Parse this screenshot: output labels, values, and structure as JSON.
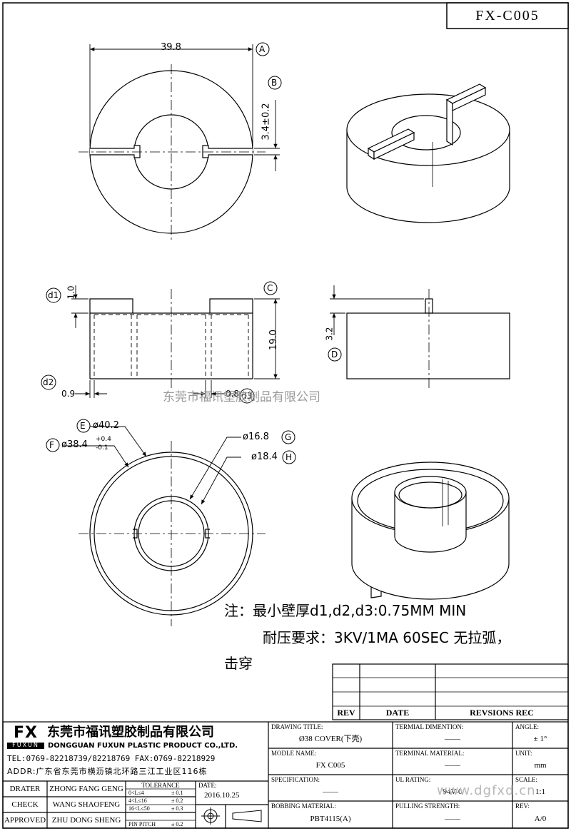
{
  "drawing_no": "FX-C005",
  "dimensions": {
    "outer_width": "39.8",
    "slot_width": "3.4±0.2",
    "height_top": "1.0",
    "height_total": "19.0",
    "height_side": "3.2",
    "wall_d2": "0.9",
    "wall_d3": "0.8",
    "dia_E": "ø40.2",
    "dia_F": "ø38.4",
    "dia_F_tol_plus": "+0.4",
    "dia_F_tol_minus": "-0.1",
    "dia_G": "ø16.8",
    "dia_H": "ø18.4"
  },
  "balloons": {
    "A": "A",
    "B": "B",
    "C": "C",
    "D": "D",
    "E": "E",
    "F": "F",
    "G": "G",
    "H": "H",
    "d1": "d1",
    "d2": "d2",
    "d3": "d3"
  },
  "watermark_text": "东莞市福讯塑胶制品有限公司",
  "notes": {
    "line1": "注：最小壁厚d1,d2,d3:0.75MM MIN",
    "line2": "耐压要求：3KV/1MA 60SEC 无拉弧，",
    "line3": "击穿"
  },
  "rev_table": {
    "rev": "REV",
    "date": "DATE",
    "revisions": "REVSIONS REC"
  },
  "company": {
    "logo": "FX",
    "logo_sub": "FUXUN",
    "name_cn": "东莞市福讯塑胶制品有限公司",
    "name_en": "DONGGUAN FUXUN PLASTIC PRODUCT CO.,LTD.",
    "tel": "TEL:0769-82218739/82218769 FAX:0769-82218929",
    "addr": "ADDR:广东省东莞市横沥镇北环路三江工业区116栋"
  },
  "title_block": {
    "drawing_title_label": "DRAWING TITLE:",
    "drawing_title": "Ø38 COVER(下壳)",
    "terminal_dim_label": "TERMIAL DIMENTION:",
    "terminal_dim": "——",
    "angle_label": "ANGLE:",
    "angle": "± 1°",
    "model_name_label": "MODLE NAME:",
    "model_name": "FX C005",
    "terminal_mat_label": "TERMINAL MATERIAL:",
    "terminal_mat": "——",
    "unit_label": "UNIT:",
    "unit": "mm",
    "spec_label": "SPECIFICATION:",
    "spec": "——",
    "ul_label": "UL RATING:",
    "ul": "94V-0",
    "scale_label": "SCALE:",
    "scale": "1:1",
    "bobbin_label": "BOBBING MATERIAL:",
    "bobbin": "PBT4115(A)",
    "pulling_label": "PULLING STRENGTH:",
    "pulling": "——",
    "rev_label": "REV:",
    "rev": "A/0"
  },
  "approvals": [
    {
      "role": "DRATER",
      "name": "ZHONG FANG GENG"
    },
    {
      "role": "CHECK",
      "name": "WANG SHAOFENG"
    },
    {
      "role": "APPROVED",
      "name": "ZHU DONG SHENG"
    }
  ],
  "tolerance": {
    "title": "TOLERANCE",
    "rows": [
      {
        "range": "0<L≤4",
        "tol": "± 0.1"
      },
      {
        "range": "4<L≤16",
        "tol": "± 0.2"
      },
      {
        "range": "16<L≤50",
        "tol": "± 0.3"
      },
      {
        "range": "PIN PITCH",
        "tol": "± 0.2"
      }
    ]
  },
  "date_label": "DATE:",
  "date": "2016.10.25",
  "site_watermark": "www.dgfxd.cn"
}
